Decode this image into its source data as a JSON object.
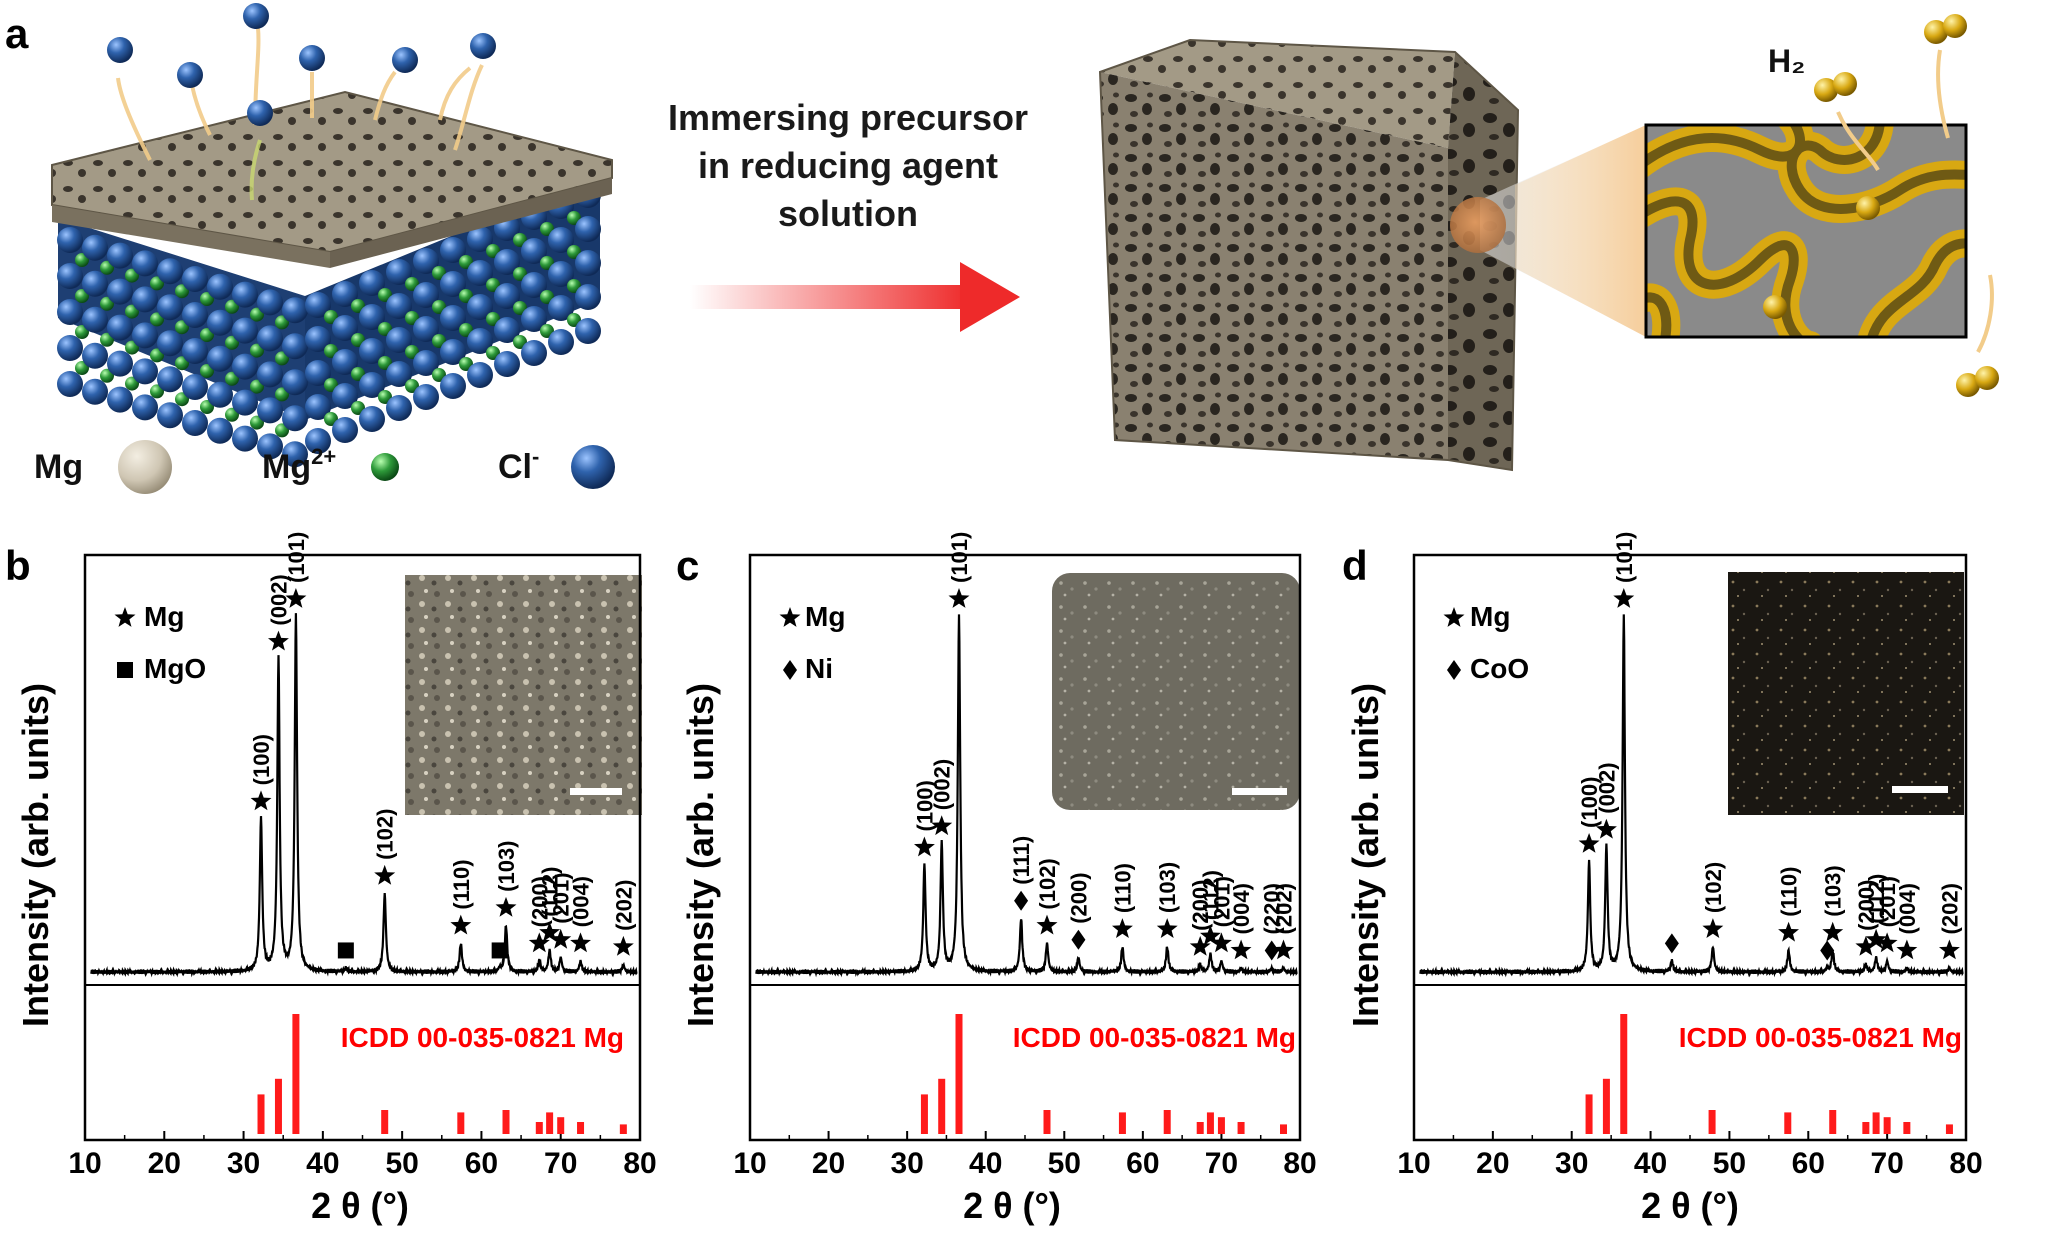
{
  "panel_a": {
    "label": "a",
    "arrow_text": [
      "Immersing precursor",
      "in reducing agent",
      "solution"
    ],
    "h2_label": "H₂",
    "legend": [
      {
        "text": "Mg",
        "sup": ""
      },
      {
        "text": "Mg",
        "sup": "2+"
      },
      {
        "text": "Cl",
        "sup": "-"
      }
    ],
    "colors": {
      "mg": "#cfc6b3",
      "mg2": "#2e9a3a",
      "cl": "#2b5fa8",
      "porous": "#8a8170",
      "gold": "#d8a812",
      "arrow": "#ee2a2a"
    }
  },
  "chart_data": [
    {
      "type": "line",
      "panel": "b",
      "xlabel": "2 θ (°)",
      "ylabel": "Intensity (arb. units)",
      "xlim": [
        10,
        80
      ],
      "xticks": [
        10,
        20,
        30,
        40,
        50,
        60,
        70,
        80
      ],
      "legend": [
        {
          "marker": "star",
          "name": "Mg"
        },
        {
          "marker": "square",
          "name": "MgO"
        }
      ],
      "peaks": [
        {
          "x": 32.2,
          "h": 0.43,
          "marker": "star",
          "label": "(100)"
        },
        {
          "x": 34.4,
          "h": 0.88,
          "marker": "star",
          "label": "(002)"
        },
        {
          "x": 36.6,
          "h": 1.0,
          "marker": "star",
          "label": "(101)"
        },
        {
          "x": 42.9,
          "h": 0.0,
          "marker": "square",
          "label": ""
        },
        {
          "x": 47.8,
          "h": 0.22,
          "marker": "star",
          "label": "(102)"
        },
        {
          "x": 57.4,
          "h": 0.08,
          "marker": "star",
          "label": "(110)"
        },
        {
          "x": 62.3,
          "h": 0.0,
          "marker": "square",
          "label": ""
        },
        {
          "x": 63.1,
          "h": 0.13,
          "marker": "star",
          "label": "(103)"
        },
        {
          "x": 67.3,
          "h": 0.03,
          "marker": "star",
          "label": "(200)"
        },
        {
          "x": 68.6,
          "h": 0.06,
          "marker": "star",
          "label": "(112)"
        },
        {
          "x": 70.0,
          "h": 0.04,
          "marker": "star",
          "label": "(201)"
        },
        {
          "x": 72.5,
          "h": 0.03,
          "marker": "star",
          "label": "(004)"
        },
        {
          "x": 77.9,
          "h": 0.02,
          "marker": "star",
          "label": "(202)"
        }
      ],
      "reference": {
        "label": "ICDD 00-035-0821 Mg",
        "x": [
          32.2,
          34.4,
          36.6,
          47.8,
          57.4,
          63.1,
          67.3,
          68.6,
          70.0,
          72.5,
          77.9
        ],
        "values": [
          0.33,
          0.46,
          1.0,
          0.2,
          0.18,
          0.2,
          0.1,
          0.18,
          0.14,
          0.1,
          0.08
        ]
      }
    },
    {
      "type": "line",
      "panel": "c",
      "xlabel": "2 θ (°)",
      "ylabel": "Intensity (arb. units)",
      "xlim": [
        10,
        80
      ],
      "xticks": [
        10,
        20,
        30,
        40,
        50,
        60,
        70,
        80
      ],
      "legend": [
        {
          "marker": "star",
          "name": "Mg"
        },
        {
          "marker": "diamond",
          "name": "Ni"
        }
      ],
      "peaks": [
        {
          "x": 32.2,
          "h": 0.3,
          "marker": "star",
          "label": "(100)"
        },
        {
          "x": 34.4,
          "h": 0.36,
          "marker": "star",
          "label": "(002)"
        },
        {
          "x": 36.6,
          "h": 1.0,
          "marker": "star",
          "label": "(101)"
        },
        {
          "x": 44.5,
          "h": 0.15,
          "marker": "diamond",
          "label": "(111)"
        },
        {
          "x": 47.8,
          "h": 0.08,
          "marker": "star",
          "label": "(102)"
        },
        {
          "x": 51.8,
          "h": 0.04,
          "marker": "diamond",
          "label": "(200)"
        },
        {
          "x": 57.4,
          "h": 0.07,
          "marker": "star",
          "label": "(110)"
        },
        {
          "x": 63.1,
          "h": 0.07,
          "marker": "star",
          "label": "(103)"
        },
        {
          "x": 67.3,
          "h": 0.02,
          "marker": "star",
          "label": "(200)"
        },
        {
          "x": 68.6,
          "h": 0.05,
          "marker": "star",
          "label": "(112)"
        },
        {
          "x": 70.0,
          "h": 0.03,
          "marker": "star",
          "label": "(201)"
        },
        {
          "x": 72.5,
          "h": 0.01,
          "marker": "star",
          "label": "(004)"
        },
        {
          "x": 76.4,
          "h": 0.01,
          "marker": "diamond",
          "label": "(220)"
        },
        {
          "x": 77.9,
          "h": 0.01,
          "marker": "star",
          "label": "(202)"
        }
      ],
      "reference": {
        "label": "ICDD 00-035-0821 Mg",
        "x": [
          32.2,
          34.4,
          36.6,
          47.8,
          57.4,
          63.1,
          67.3,
          68.6,
          70.0,
          72.5,
          77.9
        ],
        "values": [
          0.33,
          0.46,
          1.0,
          0.2,
          0.18,
          0.2,
          0.1,
          0.18,
          0.14,
          0.1,
          0.08
        ]
      }
    },
    {
      "type": "line",
      "panel": "d",
      "xlabel": "2 θ (°)",
      "ylabel": "Intensity (arb. units)",
      "xlim": [
        10,
        80
      ],
      "xticks": [
        10,
        20,
        30,
        40,
        50,
        60,
        70,
        80
      ],
      "legend": [
        {
          "marker": "star",
          "name": "Mg"
        },
        {
          "marker": "diamond",
          "name": "CoO"
        }
      ],
      "peaks": [
        {
          "x": 32.2,
          "h": 0.31,
          "marker": "star",
          "label": "(100)"
        },
        {
          "x": 34.4,
          "h": 0.35,
          "marker": "star",
          "label": "(002)"
        },
        {
          "x": 36.6,
          "h": 1.0,
          "marker": "star",
          "label": "(101)"
        },
        {
          "x": 42.7,
          "h": 0.03,
          "marker": "diamond",
          "label": ""
        },
        {
          "x": 47.9,
          "h": 0.07,
          "marker": "star",
          "label": "(102)"
        },
        {
          "x": 57.5,
          "h": 0.06,
          "marker": "star",
          "label": "(110)"
        },
        {
          "x": 62.4,
          "h": 0.01,
          "marker": "diamond",
          "label": ""
        },
        {
          "x": 63.1,
          "h": 0.06,
          "marker": "star",
          "label": "(103)"
        },
        {
          "x": 67.3,
          "h": 0.02,
          "marker": "star",
          "label": "(200)"
        },
        {
          "x": 68.6,
          "h": 0.04,
          "marker": "star",
          "label": "(112)"
        },
        {
          "x": 70.0,
          "h": 0.03,
          "marker": "star",
          "label": "(201)"
        },
        {
          "x": 72.5,
          "h": 0.01,
          "marker": "star",
          "label": "(004)"
        },
        {
          "x": 77.9,
          "h": 0.01,
          "marker": "star",
          "label": "(202)"
        }
      ],
      "reference": {
        "label": "ICDD 00-035-0821 Mg",
        "x": [
          32.2,
          34.4,
          36.6,
          47.8,
          57.4,
          63.1,
          67.3,
          68.6,
          70.0,
          72.5,
          77.9
        ],
        "values": [
          0.33,
          0.46,
          1.0,
          0.2,
          0.18,
          0.2,
          0.1,
          0.18,
          0.14,
          0.1,
          0.08
        ]
      }
    }
  ]
}
